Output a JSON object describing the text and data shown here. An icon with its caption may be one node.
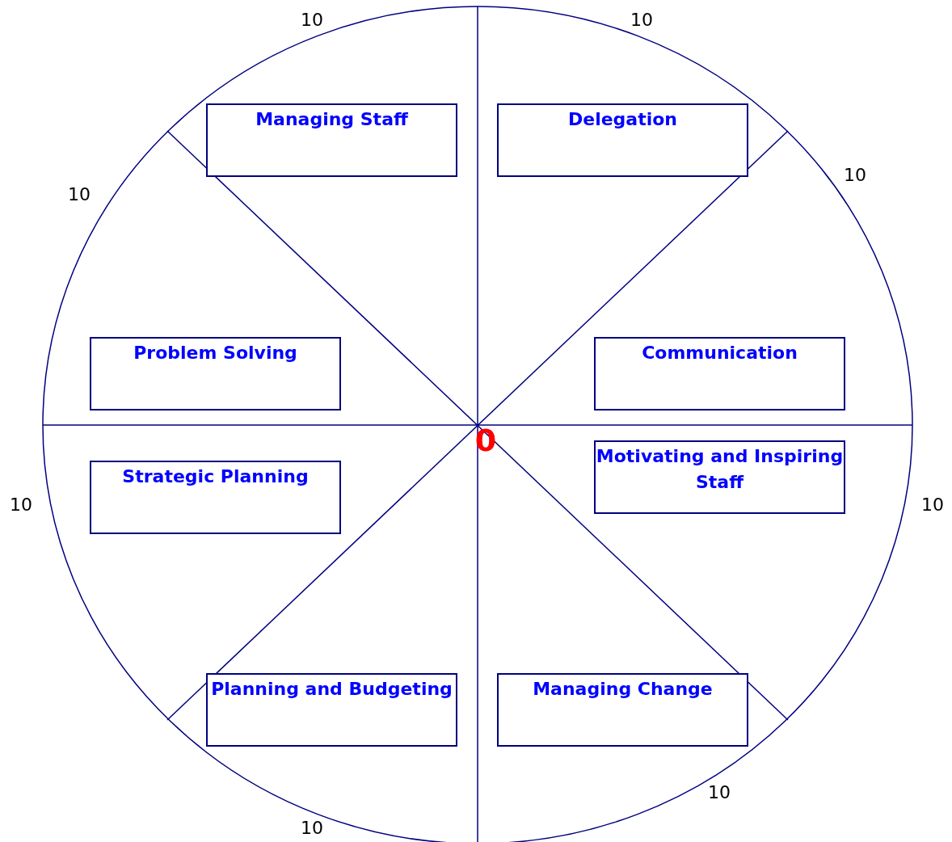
{
  "diagram": {
    "nodes": [
      {
        "text": [
          "Managing Staff"
        ]
      },
      {
        "text": [
          "Delegation"
        ]
      },
      {
        "text": [
          "Problem Solving"
        ]
      },
      {
        "text": [
          "Communication"
        ]
      },
      {
        "text": [
          "Strategic Planning"
        ]
      },
      {
        "text": [
          "Motivating and Inspiring Staff"
        ]
      },
      {
        "text": [
          "Planning and Budgeting"
        ]
      },
      {
        "text": [
          "Managing Change"
        ]
      }
    ],
    "edges": [],
    "labels": [
      "10",
      "10",
      "10",
      "10",
      "0",
      "10",
      "10",
      "10",
      "10"
    ]
  }
}
